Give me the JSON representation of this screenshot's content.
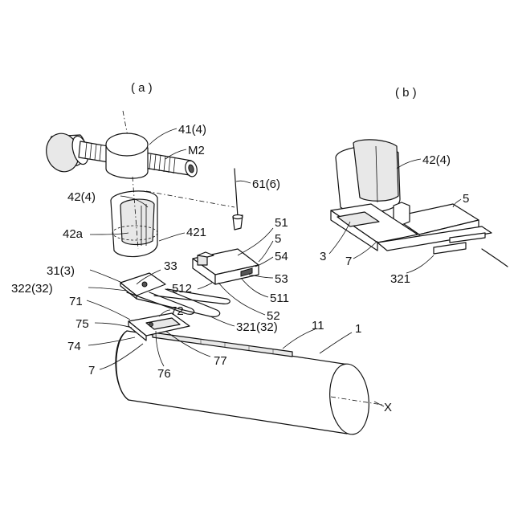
{
  "panels": {
    "a": "( a )",
    "b": "( b )"
  },
  "labels": {
    "l41": "41(4)",
    "lM2": "M2",
    "l61": "61(6)",
    "l42a_head": "42(4)",
    "l42a": "42a",
    "l421": "421",
    "l51": "51",
    "l5a": "5",
    "l54": "54",
    "l53": "53",
    "l511": "511",
    "l512": "512",
    "l52": "52",
    "l33": "33",
    "l31": "31(3)",
    "l322": "322(32)",
    "l71": "71",
    "l72": "72",
    "l321a": "321(32)",
    "l75": "75",
    "l74": "74",
    "l7a": "7",
    "l76": "76",
    "l77": "77",
    "l11": "11",
    "l1": "1",
    "lX": "X",
    "l42b": "42(4)",
    "l5b": "5",
    "l3b": "3",
    "l7b": "7",
    "l321b": "321"
  }
}
